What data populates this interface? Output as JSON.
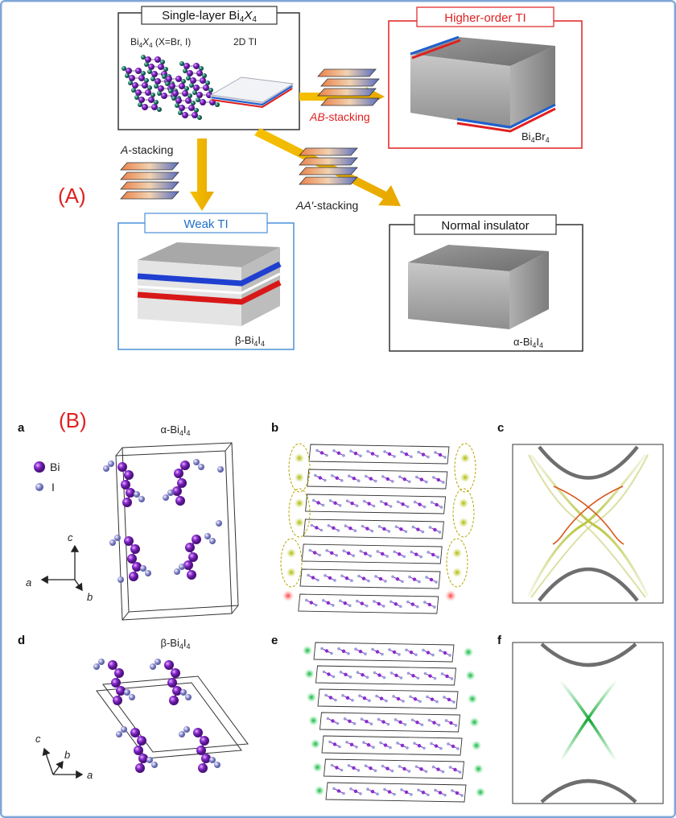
{
  "colors": {
    "red": "#e02020",
    "blue": "#1f5fd0",
    "yellow": "#f0b800",
    "green": "#2fbf4f",
    "bi": "#8a2ccf",
    "iodine": "#9a9cd8"
  },
  "partA": {
    "label": "(A)",
    "single_layer": {
      "title_prefix": "Single-layer Bi",
      "title_sub1": "4",
      "title_mid": "X",
      "title_sub2": "4",
      "formula_prefix": "Bi",
      "formula_sub1": "4",
      "formula_mid": "X",
      "formula_sub2": "4",
      "formula_suffix": " (X=Br, I)",
      "ti_label": "2D TI"
    },
    "higher_order": {
      "title": "Higher-order TI",
      "material_prefix": "Bi",
      "material_sub1": "4",
      "material_mid": "Br",
      "material_sub2": "4"
    },
    "weak": {
      "title": "Weak TI",
      "material_prefix": "β-Bi",
      "material_sub1": "4",
      "material_mid": "I",
      "material_sub2": "4"
    },
    "normal": {
      "title": "Normal insulator",
      "material_prefix": "α-Bi",
      "material_sub1": "4",
      "material_mid": "I",
      "material_sub2": "4"
    },
    "stacking": {
      "ab_italic": "AB",
      "ab_rest": "-stacking",
      "a_italic": "A",
      "a_rest": "-stacking",
      "aa_italic": "AA′",
      "aa_rest": "-stacking"
    }
  },
  "partB": {
    "label": "(B)",
    "panels": {
      "a": "a",
      "b": "b",
      "c": "c",
      "d": "d",
      "e": "e",
      "f": "f"
    },
    "alpha_title": {
      "prefix": "α-Bi",
      "sub1": "4",
      "mid": "I",
      "sub2": "4"
    },
    "beta_title": {
      "prefix": "β-Bi",
      "sub1": "4",
      "mid": "I",
      "sub2": "4"
    },
    "legend": {
      "bi": "Bi",
      "i": "I"
    },
    "axes_a": {
      "c": "c",
      "a": "a",
      "b": "b"
    },
    "axes_d": {
      "c": "c",
      "b": "b",
      "a": "a"
    }
  }
}
